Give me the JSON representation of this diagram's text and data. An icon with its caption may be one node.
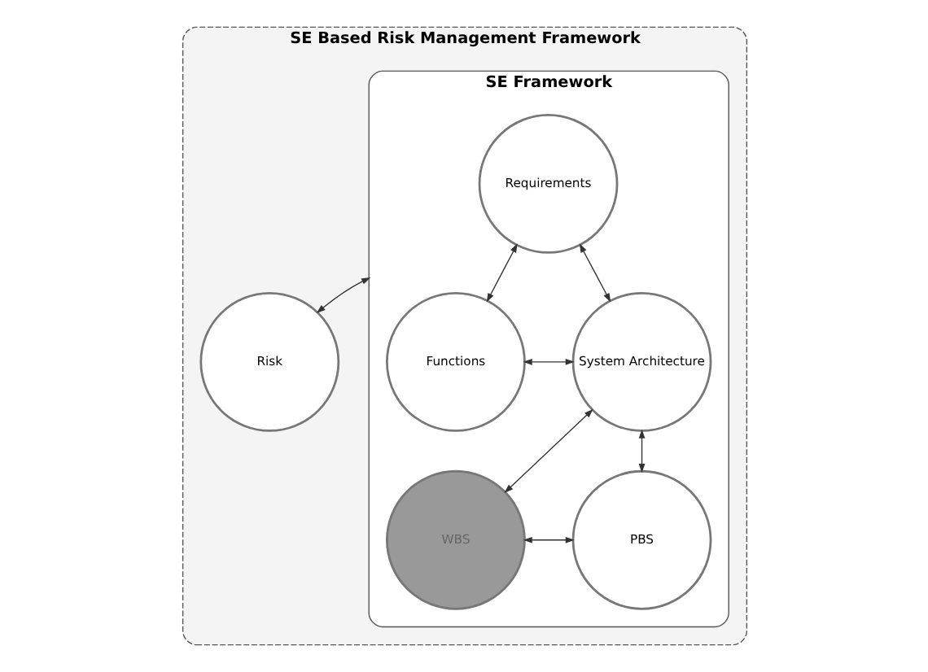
{
  "diagram": {
    "nodes": [
      {
        "text": [
          "SE Based Risk Management Framework"
        ]
      },
      {
        "text": [
          "SE Framework"
        ],
        "in": 0
      },
      {
        "text": [
          "Requirements"
        ],
        "in": 1
      },
      {
        "text": [
          "Functions"
        ],
        "in": 1
      },
      {
        "text": [
          "System Architecture"
        ],
        "in": 1
      },
      {
        "text": [
          "WBS"
        ],
        "in": 1
      },
      {
        "text": [
          "PBS"
        ],
        "in": 1
      },
      {
        "text": [
          "Risk"
        ],
        "in": 0
      }
    ],
    "edges": [
      {
        "from": 2,
        "to": 3,
        "arrow": "both"
      },
      {
        "from": 2,
        "to": 4,
        "arrow": "both"
      },
      {
        "from": 3,
        "to": 4,
        "arrow": "both"
      },
      {
        "from": 4,
        "to": 5,
        "arrow": "both"
      },
      {
        "from": 4,
        "to": 6,
        "arrow": "both"
      },
      {
        "from": 6,
        "to": 5,
        "arrow": "both"
      },
      {
        "from": 1,
        "to": 7,
        "arrow": "both"
      }
    ]
  }
}
